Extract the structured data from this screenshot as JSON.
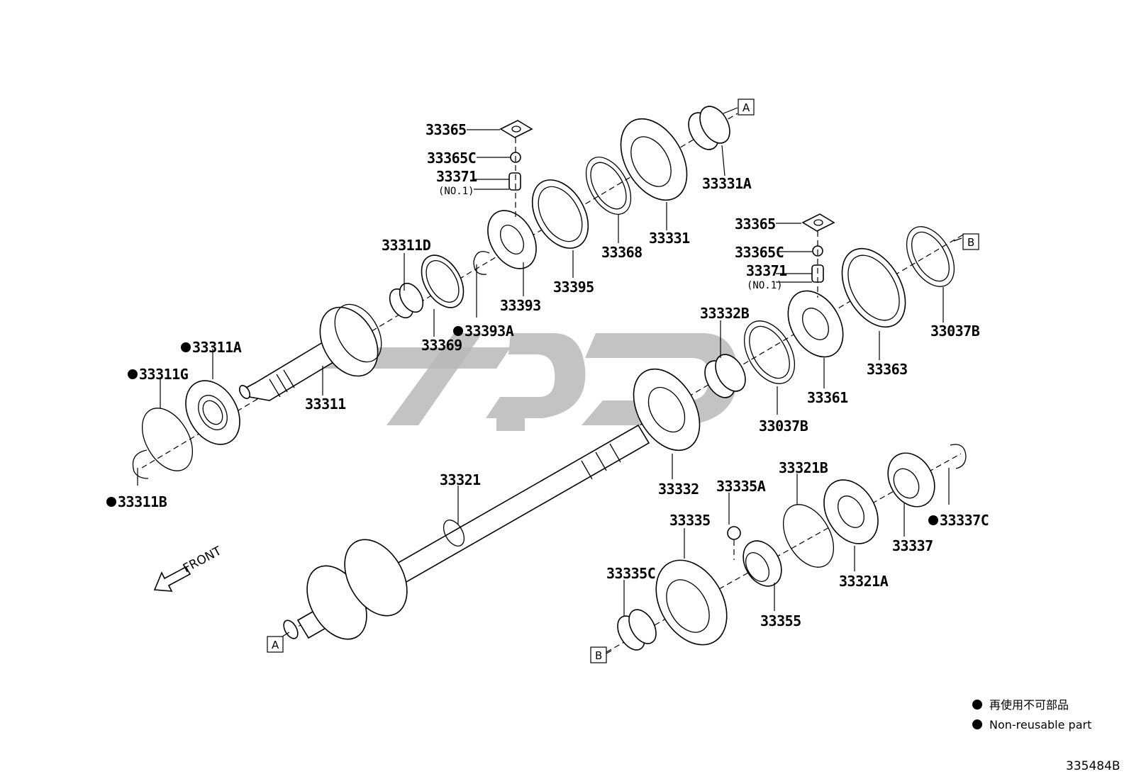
{
  "labels": {
    "p33365_top": "33365",
    "p33365c_top": "33365C",
    "p33371_top": "33371",
    "p33371_top_sub": "(NO.1)",
    "p33331a": "33331A",
    "p33331": "33331",
    "p33368": "33368",
    "p33395": "33395",
    "p33393": "33393",
    "p33393a": "33393A",
    "p33311d": "33311D",
    "p33369": "33369",
    "p33311a": "33311A",
    "p33311g": "33311G",
    "p33311": "33311",
    "p33311b": "33311B",
    "p33365_mid": "33365",
    "p33365c_mid": "33365C",
    "p33371_mid": "33371",
    "p33371_mid_sub": "(NO.1)",
    "p33037b_right": "33037B",
    "p33363": "33363",
    "p33332b": "33332B",
    "p33361": "33361",
    "p33037b_mid": "33037B",
    "p33332": "33332",
    "p33321": "33321",
    "p33335a": "33335A",
    "p33321b": "33321B",
    "p33335": "33335",
    "p33337c": "33337C",
    "p33337": "33337",
    "p33335c": "33335C",
    "p33321a": "33321A",
    "p33355": "33355"
  },
  "markers": {
    "a_top": "A",
    "b_top": "B",
    "a_bottom": "A",
    "b_bottom": "B"
  },
  "front_label": "FRONT",
  "legend": {
    "japanese": "再使用不可部品",
    "english": "Non-reusable part"
  },
  "diagram_ref": "335484B"
}
